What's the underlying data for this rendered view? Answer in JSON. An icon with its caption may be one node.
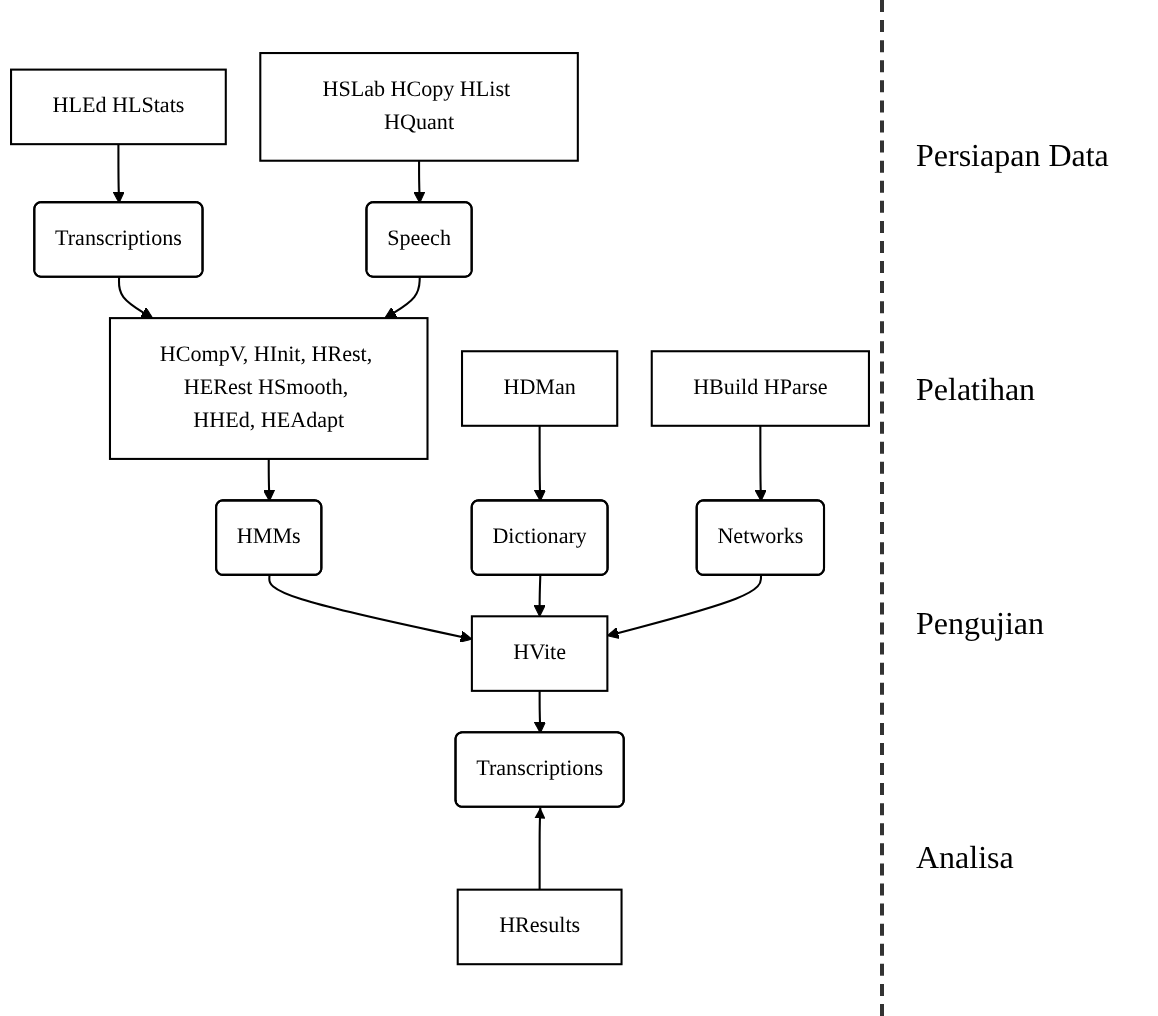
{
  "diagram": {
    "nodes": [
      {
        "text": [
          "HLEd HLStats"
        ]
      },
      {
        "text": [
          "HSLab HCopy HList HQuant"
        ]
      },
      {
        "text": [
          "Transcriptions"
        ]
      },
      {
        "text": [
          "Speech"
        ]
      },
      {
        "text": [
          "HCompV, HInit, HRest, HERest HSmooth, HHEd, HEAdapt"
        ]
      },
      {
        "text": [
          "HDMan"
        ]
      },
      {
        "text": [
          "HMMs"
        ]
      },
      {
        "text": [
          "Dictionary"
        ]
      },
      {
        "text": [
          "HVite"
        ]
      },
      {
        "text": [
          "Networks"
        ]
      },
      {
        "text": [
          "HBuild HParse"
        ]
      },
      {
        "text": [
          "Transcriptions"
        ]
      },
      {
        "text": [
          "HResults"
        ]
      }
    ],
    "edges": [
      {
        "from": 0,
        "to": 2,
        "arrow": "to"
      },
      {
        "from": 1,
        "to": 3,
        "arrow": "to"
      },
      {
        "from": 2,
        "to": 4,
        "arrow": "to"
      },
      {
        "from": 3,
        "to": 4,
        "arrow": "to"
      },
      {
        "from": 4,
        "to": 6,
        "arrow": "to"
      },
      {
        "from": 5,
        "to": 7,
        "arrow": "to"
      },
      {
        "from": 6,
        "to": 8,
        "arrow": "to"
      },
      {
        "from": 7,
        "to": 8,
        "arrow": "to"
      },
      {
        "from": 9,
        "to": 8,
        "arrow": "to"
      },
      {
        "from": 10,
        "to": 9,
        "arrow": "to"
      },
      {
        "from": 8,
        "to": 11,
        "arrow": "to"
      },
      {
        "from": 12,
        "to": 11,
        "arrow": "to"
      }
    ],
    "labels": [
      "Persiapan Data",
      "Pelatihan",
      "Pengujian",
      "Analisa"
    ]
  }
}
